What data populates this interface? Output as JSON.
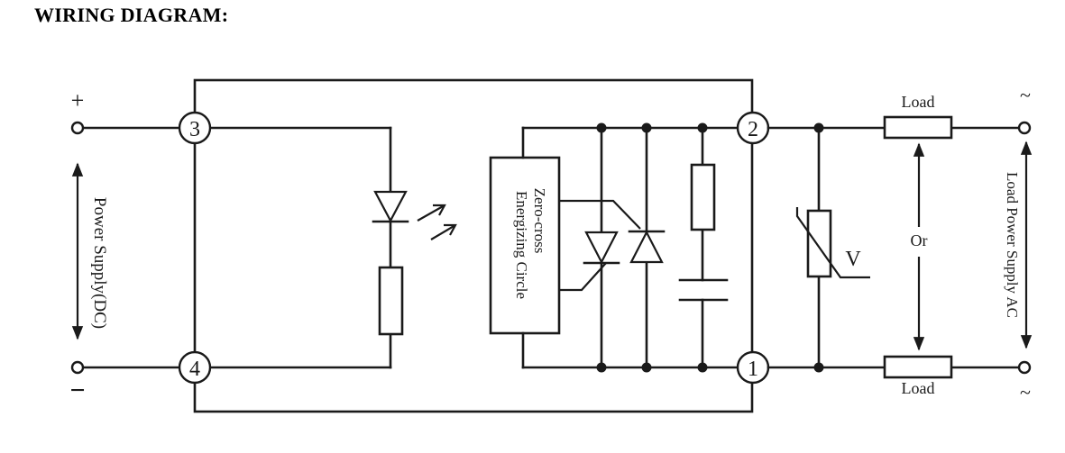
{
  "title": "WIRING DIAGRAM:",
  "labels": {
    "plus": "+",
    "minus": "−",
    "power_supply_dc": "Power Supply(DC)",
    "terminal_1": "1",
    "terminal_2": "2",
    "terminal_3": "3",
    "terminal_4": "4",
    "zero_cross_line1": "Zero-cross",
    "zero_cross_line2": "Energizing  Circle",
    "varistor": "V",
    "load_top": "Load",
    "load_bottom": "Load",
    "or": "Or",
    "load_power_supply_ac": "Load Power Supply AC",
    "ac_top": "~",
    "ac_bottom": "~"
  }
}
